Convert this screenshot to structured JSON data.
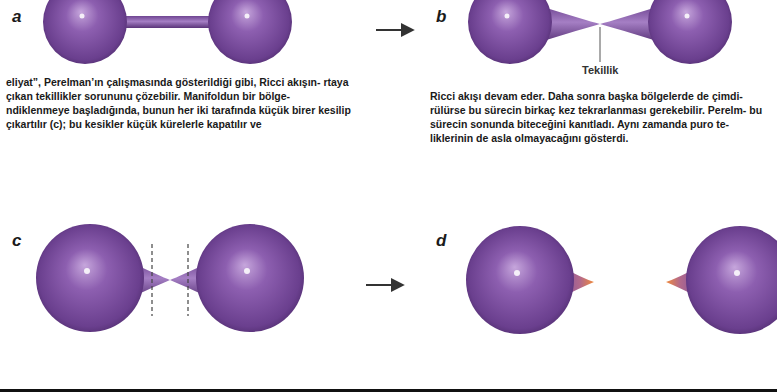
{
  "diagram": {
    "labels": [
      "a",
      "b",
      "eliyat”, Perelman’ın çalışmasında gösterildiği gibi, Ricci akışın- rtaya çıkan tekillikler sorununu çözebilir. Manifoldun bir bölge- ndiklenmeye başladığında, bunun her iki tarafında küçük birer kesilip çıkartılır (c); bu kesikler küçük kürelerle kapatılır ve",
      "Ricci akışı devam eder. Daha sonra başka bölgelerde de çimdi- rülürse bu sürecin birkaç kez tekrarlanması gerekebilir. Perelm- bu sürecin sonunda biteceğini kanıtladı. Aynı zamanda puro te- liklerinin de asla olmayacağını gösterdi.",
      "Tekillik",
      "c",
      "d"
    ]
  }
}
